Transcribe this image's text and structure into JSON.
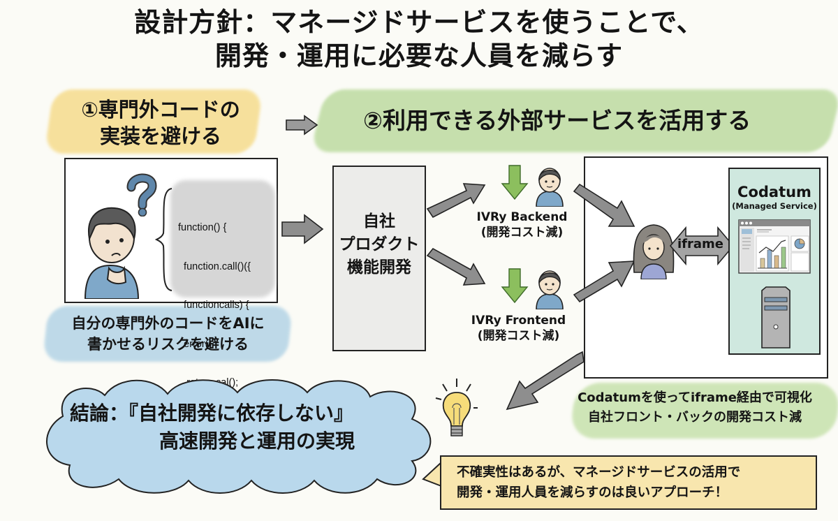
{
  "title": {
    "line1": "設計方針：マネージドサービスを使うことで、",
    "line2": "開発・運用に必要な人員を減らす"
  },
  "steps": {
    "step1": {
      "line1": "①専門外コードの",
      "line2": "実装を避ける"
    },
    "step2": "②利用できる外部サービスを活用する"
  },
  "left_panel": {
    "icons": [
      "confused-person-icon",
      "question-mark-icon"
    ],
    "code_lines": [
      "function() {",
      "  function.call()({",
      "  functioncalls) {",
      "  error()",
      "   return cal();",
      "  }...",
      "}"
    ],
    "caption": {
      "line1": "自分の専門外のコードをAIに",
      "line2": "書かせるリスクを避ける"
    }
  },
  "product_box": {
    "lines": [
      "自社",
      "プロダクト",
      "機能開発"
    ]
  },
  "teams": [
    {
      "name": "IVRy Backend",
      "note": "(開発コスト減)",
      "icon": "developer-person-icon",
      "trend_icon": "down-arrow-icon"
    },
    {
      "name": "IVRy Frontend",
      "note": "(開発コスト減)",
      "icon": "developer-person-icon",
      "trend_icon": "down-arrow-icon"
    }
  ],
  "right_panel": {
    "user_icon": "user-person-icon",
    "iframe_label": "iframe",
    "codatum": {
      "title": "Codatum",
      "subtitle": "(Managed Service)"
    },
    "icons": [
      "dashboard-window-icon",
      "server-tower-icon"
    ],
    "caption": {
      "line1": "Codatumを使ってiframe経由で可視化",
      "line2": "自社フロント・バックの開発コスト減"
    }
  },
  "conclusion": {
    "line1": "結論：『自社開発に依存しない』",
    "line2": "高速開発と運用の実現"
  },
  "note": {
    "icon": "lightbulb-icon",
    "line1": "不確実性はあるが、マネージドサービスの活用で",
    "line2": "開発・運用人員を減らすのは良いアプローチ！"
  },
  "colors": {
    "yellow_wash": "#f6dc8d",
    "green_wash": "#b9d99b",
    "blue_wash": "#b4d4e6",
    "codatum_bg": "#cfe8df",
    "arrow_gray": "#8e8e8e",
    "down_arrow_green": "#8cbf5e",
    "note_bg": "#f8e6ae"
  }
}
